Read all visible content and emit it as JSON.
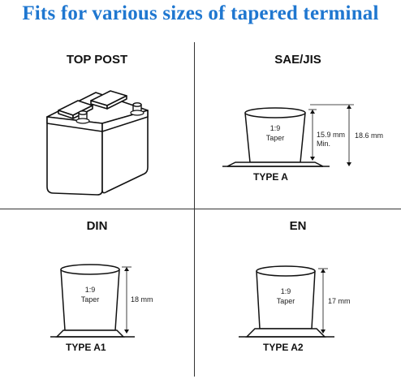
{
  "title": "Fits for various sizes of tapered terminal",
  "panels": {
    "top_post": {
      "heading": "TOP POST"
    },
    "sae_jis": {
      "heading": "SAE/JIS",
      "taper": "1:9",
      "taper_word": "Taper",
      "dim_min": "15.9 mm",
      "dim_min_suffix": "Min.",
      "dim_total": "18.6 mm",
      "type": "TYPE A"
    },
    "din": {
      "heading": "DIN",
      "taper": "1:9",
      "taper_word": "Taper",
      "dim": "18 mm",
      "type": "TYPE A1"
    },
    "en": {
      "heading": "EN",
      "taper": "1:9",
      "taper_word": "Taper",
      "dim": "17 mm",
      "type": "TYPE A2"
    }
  }
}
